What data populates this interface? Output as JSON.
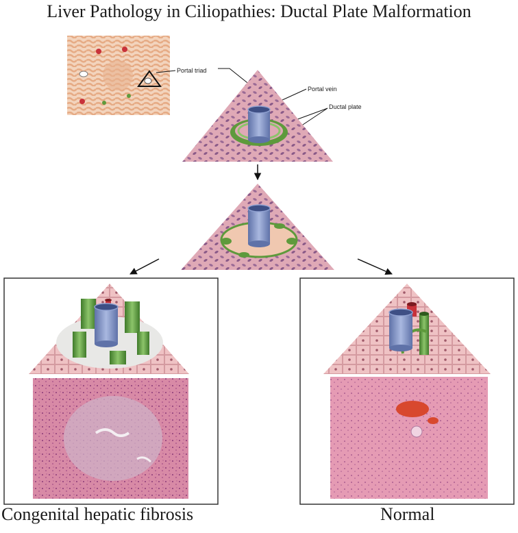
{
  "title": "Liver Pathology in Ciliopathies: Ductal Plate Malformation",
  "labels": {
    "portal_triad": "Portal triad",
    "portal_vein": "Portal vein",
    "ductal_plate": "Ductal plate"
  },
  "captions": {
    "left": "Congenital hepatic fibrosis",
    "right": "Normal"
  },
  "colors": {
    "tissue_pink": "#d9a3b0",
    "cell_purple": "#8a5a88",
    "vein_blue": "#7a8fc4",
    "duct_green": "#5e9a3c",
    "artery_red": "#c8323a",
    "histology_pink": "#d98aa6"
  }
}
